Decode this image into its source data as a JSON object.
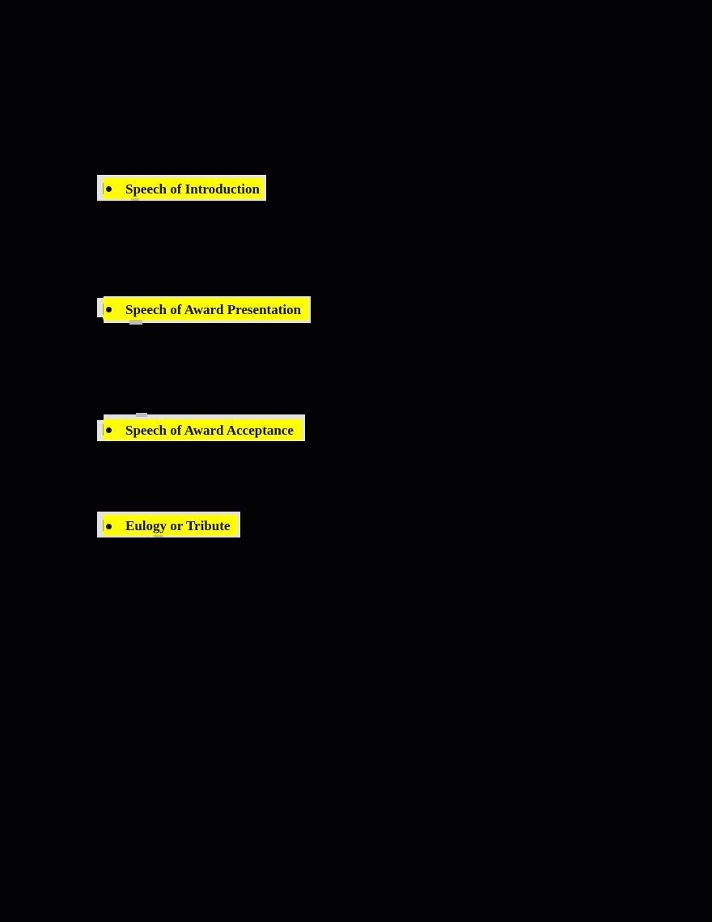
{
  "document": {
    "background_color": "#030205",
    "highlight_color": "#ffff00",
    "highlight_border_color": "#e2e2e2",
    "list_items": [
      {
        "bullet": "●",
        "label": "Speech of Introduction"
      },
      {
        "bullet": "●",
        "label": "Speech of Award Presentation"
      },
      {
        "bullet": "●",
        "label": "Speech of Award Acceptance"
      },
      {
        "bullet": "●",
        "label": "Eulogy or Tribute"
      }
    ]
  }
}
